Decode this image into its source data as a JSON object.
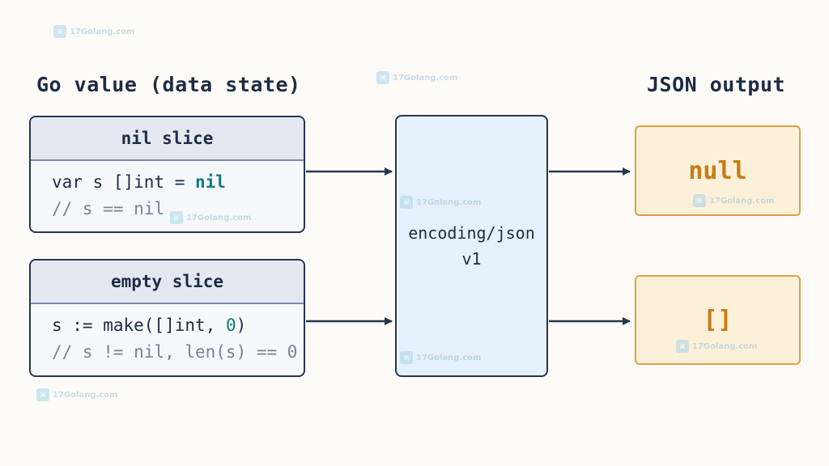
{
  "headings": {
    "left": "Go value (data state)",
    "right": "JSON output"
  },
  "nil_card": {
    "title": "nil slice",
    "line1_prefix": "var s []int = ",
    "line1_keyword": "nil",
    "line2": "// s == nil"
  },
  "empty_card": {
    "title": "empty slice",
    "line1_prefix": "s := make([]int, ",
    "line1_number": "0",
    "line1_suffix": ")",
    "line2": "// s != nil, len(s) == 0"
  },
  "encoder": {
    "line1": "encoding/json",
    "line2": "v1"
  },
  "outputs": {
    "nil_result": "null",
    "empty_result": "[]"
  },
  "watermark": "17Golang.com",
  "colors": {
    "border": "#27364f",
    "output_border": "#e0a040",
    "output_text": "#c47d18",
    "keyword": "#127a80",
    "encoder_fill": "#e6f0fb"
  }
}
